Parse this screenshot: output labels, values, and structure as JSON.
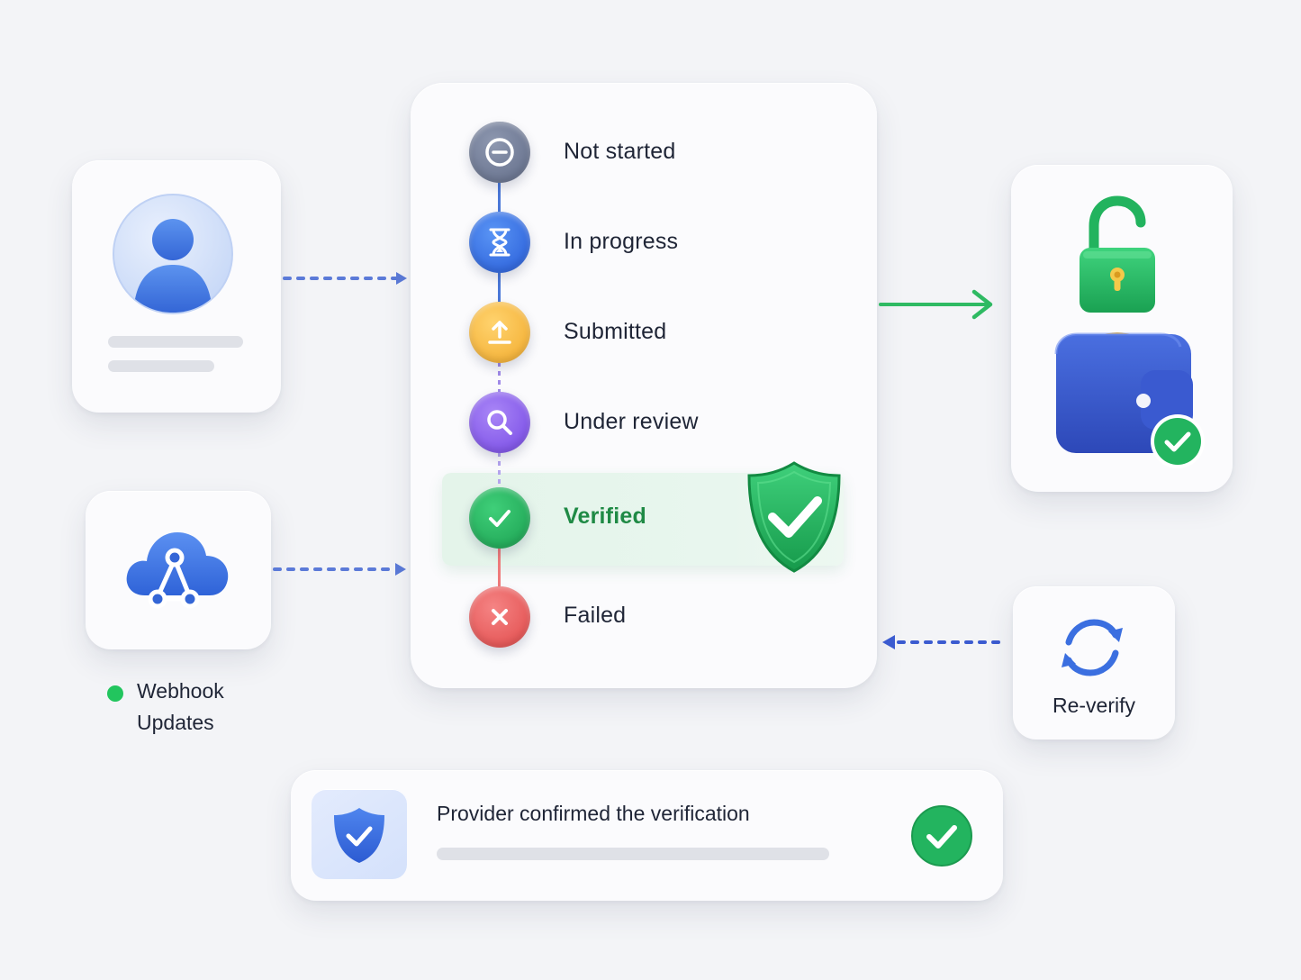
{
  "steps": [
    {
      "label": "Not started",
      "color": "#6b7793",
      "icon": "minus-circle-icon"
    },
    {
      "label": "In progress",
      "color": "#2f6fe4",
      "icon": "hourglass-icon"
    },
    {
      "label": "Submitted",
      "color": "#f5b73a",
      "icon": "upload-icon"
    },
    {
      "label": "Under review",
      "color": "#8b5cf0",
      "icon": "search-icon"
    },
    {
      "label": "Verified",
      "color": "#22b35e",
      "icon": "check-icon"
    },
    {
      "label": "Failed",
      "color": "#ec5a5a",
      "icon": "x-icon"
    }
  ],
  "webhook": {
    "line1": "Webhook",
    "line2": "Updates",
    "status_color": "#22c55e"
  },
  "reverify": {
    "label": "Re-verify"
  },
  "notification": {
    "text": "Provider confirmed the verification"
  },
  "colors": {
    "accent_blue": "#3b6fe0",
    "success_green": "#22b35e",
    "background": "#f3f4f7"
  }
}
